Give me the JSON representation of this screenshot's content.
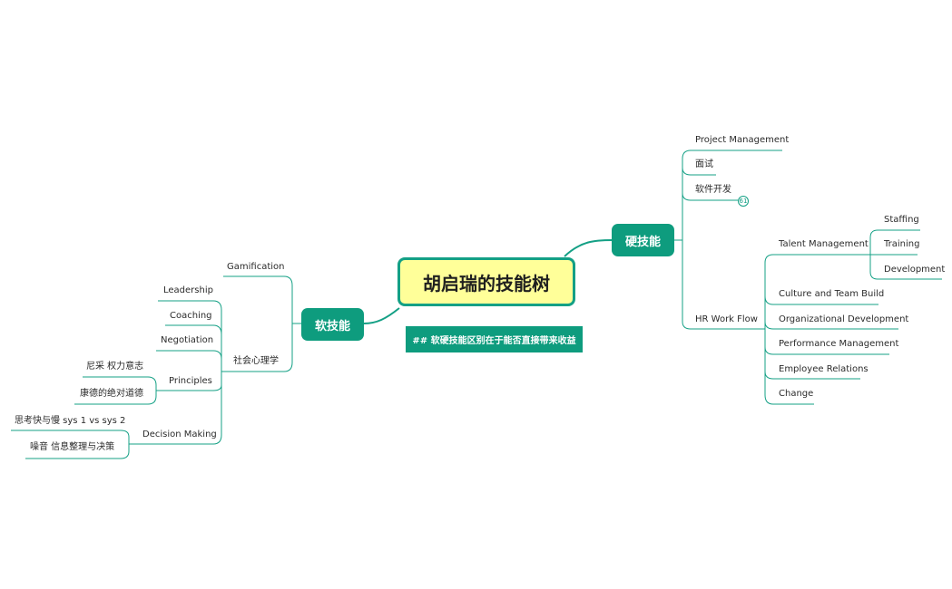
{
  "mindmap": {
    "root": "胡启瑞的技能树",
    "note": "## 软硬技能区别在于能否直接带来收益",
    "soft": {
      "label": "软技能",
      "gamification": "Gamification",
      "social_psych": "社会心理学",
      "leadership": "Leadership",
      "coaching": "Coaching",
      "negotiation": "Negotiation",
      "principles": "Principles",
      "nietzsche": "尼采 权力意志",
      "kant": "康德的绝对道德",
      "decision_making": "Decision Making",
      "thinking": "思考快与慢 sys 1 vs sys 2",
      "noise": "噪音 信息整理与决策"
    },
    "hard": {
      "label": "硬技能",
      "project_mgmt": "Project Management",
      "interview": "面试",
      "software_dev": "软件开发",
      "software_dev_badge": "61",
      "hr_workflow": "HR Work Flow",
      "talent_mgmt": "Talent Management",
      "staffing": "Staffing",
      "training": "Training",
      "development": "Development",
      "culture": "Culture and Team Build",
      "org_dev": "Organizational Development",
      "perf_mgmt": "Performance Management",
      "employee_rel": "Employee Relations",
      "change": "Change"
    }
  },
  "colors": {
    "line": "#14a085",
    "main": "#0e9c7e",
    "root_fill": "#ffff99"
  }
}
